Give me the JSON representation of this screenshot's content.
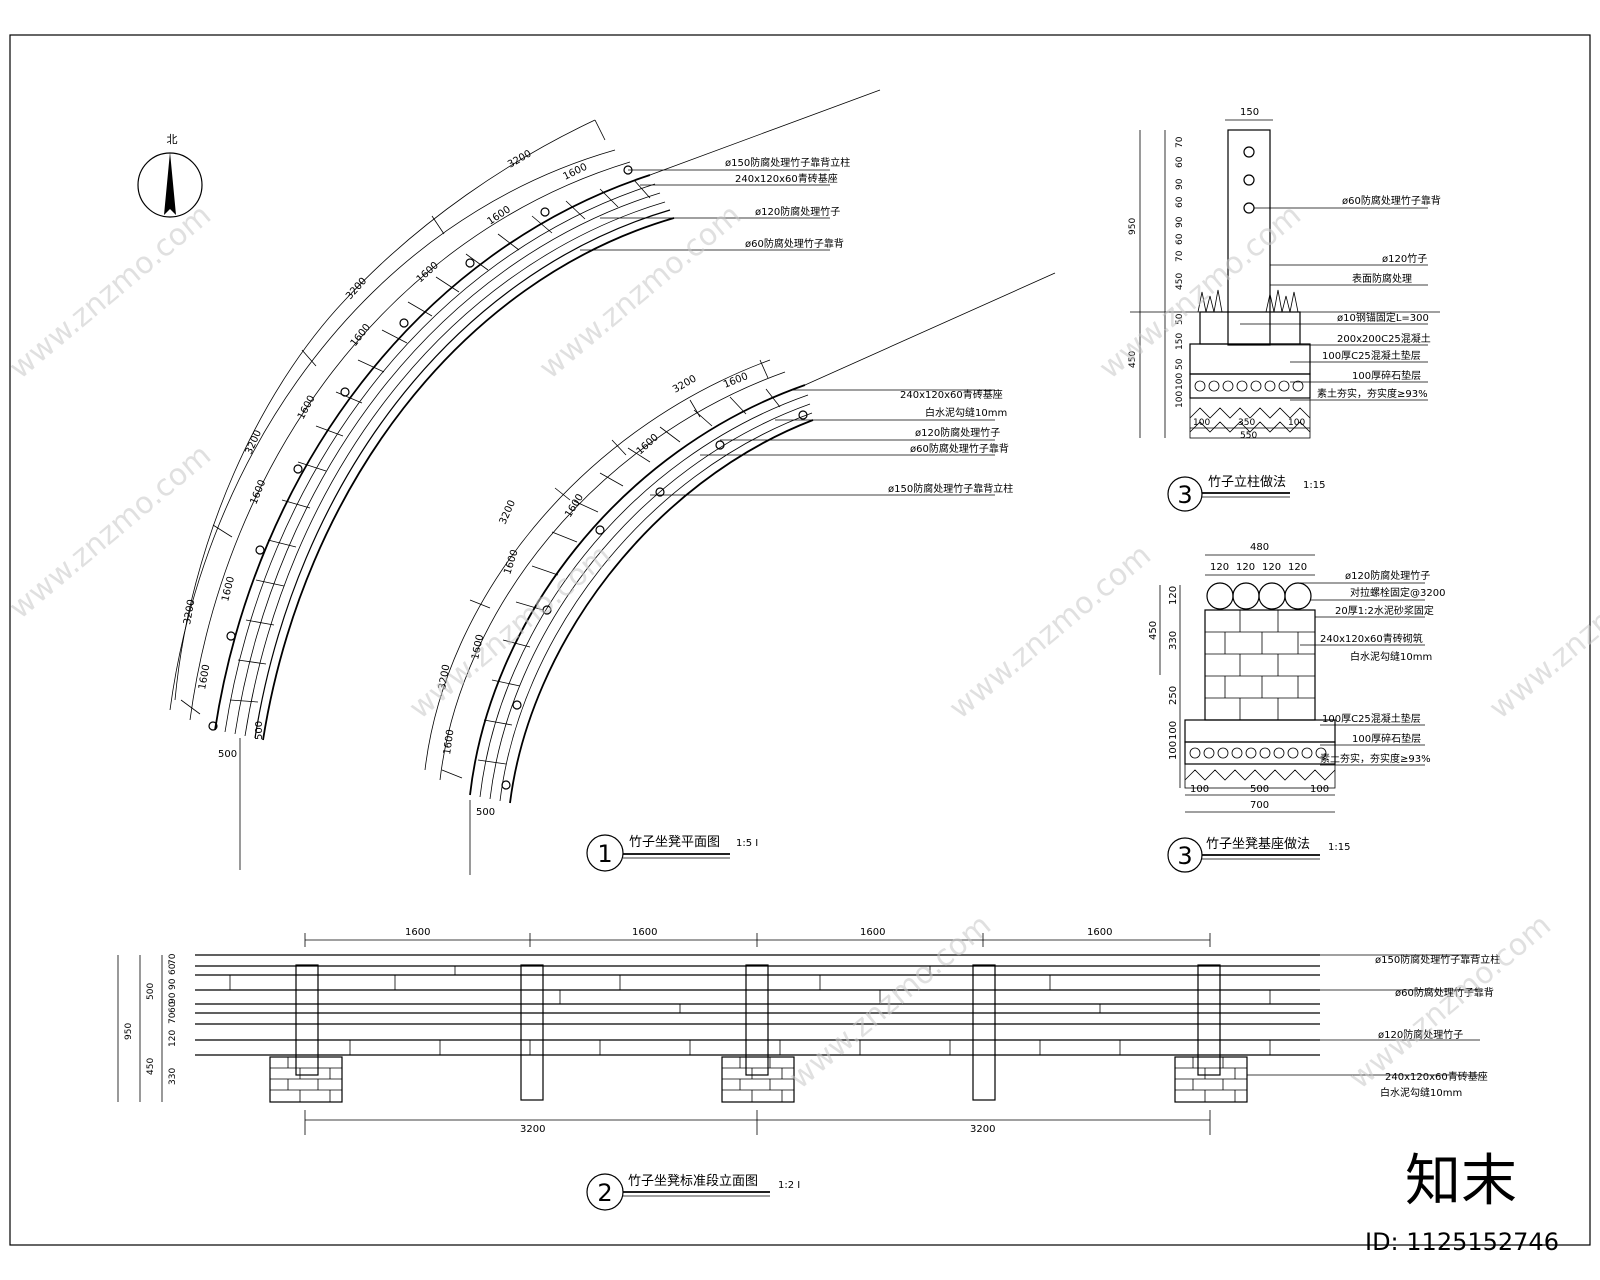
{
  "north_label": "北",
  "watermark": {
    "site": "www.znzmo.com",
    "logo": "知末",
    "id_text": "ID: 1125152746"
  },
  "plan": {
    "title": "竹子坐凳平面图",
    "scale": "1:5 I",
    "number": "1",
    "dims": {
      "seg_long": "3200",
      "seg_short": "1600",
      "width": "500"
    },
    "labels_a": [
      "ø150防腐处理竹子靠背立柱",
      "240x120x60青砖基座",
      "ø120防腐处理竹子",
      "ø60防腐处理竹子靠背"
    ],
    "labels_b": [
      "240x120x60青砖基座",
      "白水泥勾缝10mm",
      "ø120防腐处理竹子",
      "ø60防腐处理竹子靠背",
      "ø150防腐处理竹子靠背立柱"
    ]
  },
  "column_detail": {
    "title": "竹子立柱做法",
    "scale": "1:15",
    "number": "3",
    "top_dim": "150",
    "left_dims": [
      "70",
      "60",
      "90",
      "60",
      "90",
      "60",
      "70",
      "450",
      "50",
      "150",
      "50",
      "100",
      "100"
    ],
    "total_upper": "950",
    "total_lower": "450",
    "bottom_dims": [
      "100",
      "350",
      "100"
    ],
    "bottom_total": "550",
    "labels": [
      "ø60防腐处理竹子靠背",
      "ø120竹子",
      "表面防腐处理",
      "ø10钢锚固定L=300",
      "200x200C25混凝土",
      "100厚C25混凝土垫层",
      "100厚碎石垫层",
      "素土夯实，夯实度≥93%"
    ]
  },
  "base_detail": {
    "title": "竹子坐凳基座做法",
    "scale": "1:15",
    "number": "3",
    "top_total": "480",
    "top_dims": [
      "120",
      "120",
      "120",
      "120"
    ],
    "left_dims": [
      "120",
      "330",
      "250",
      "100",
      "100"
    ],
    "left_total": "450",
    "bottom_dims": [
      "100",
      "500",
      "100"
    ],
    "bottom_total": "700",
    "labels": [
      "ø120防腐处理竹子",
      "对拉螺栓固定@3200",
      "20厚1:2水泥砂浆固定",
      "240x120x60青砖砌筑",
      "白水泥勾缝10mm",
      "100厚C25混凝土垫层",
      "100厚碎石垫层",
      "素土夯实，夯实度≥93%"
    ]
  },
  "elevation": {
    "title": "竹子坐凳标准段立面图",
    "scale": "1:2 I",
    "number": "2",
    "top_dims": [
      "1600",
      "1600",
      "1600",
      "1600"
    ],
    "bottom_dims": [
      "3200",
      "3200"
    ],
    "left_dims": [
      "70",
      "60",
      "90",
      "90",
      "60",
      "70",
      "120",
      "330"
    ],
    "left_mid": [
      "500",
      "450"
    ],
    "left_total": "950",
    "labels": [
      "ø150防腐处理竹子靠背立柱",
      "ø60防腐处理竹子靠背",
      "ø120防腐处理竹子",
      "240x120x60青砖基座",
      "白水泥勾缝10mm"
    ]
  }
}
